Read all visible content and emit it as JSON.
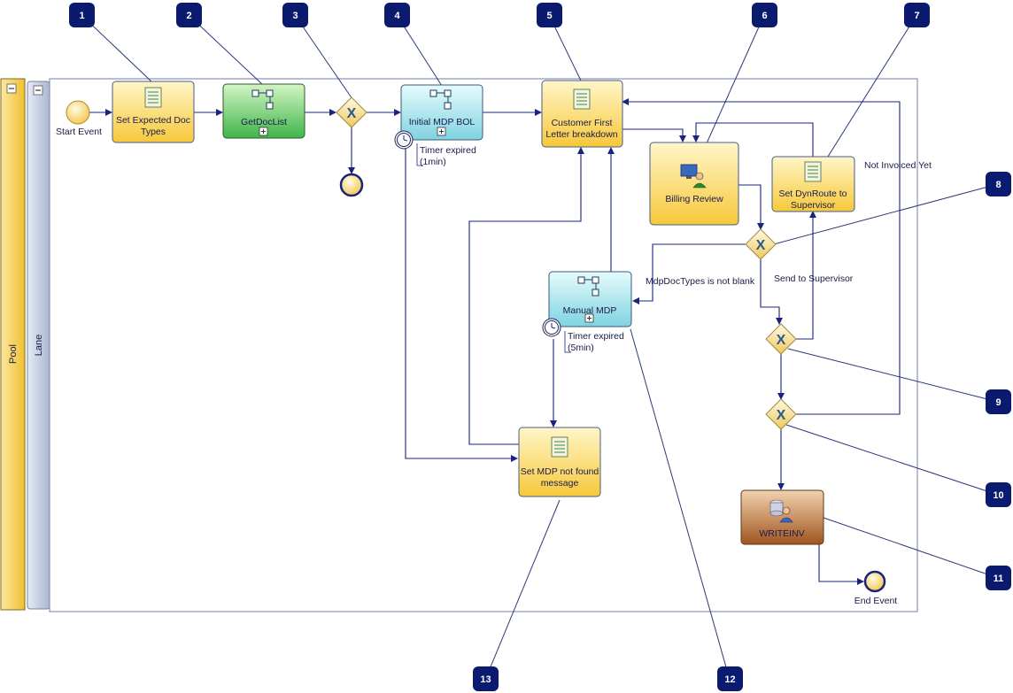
{
  "pool": {
    "label": "Pool"
  },
  "lane": {
    "label": "Lane"
  },
  "nodes": {
    "start_event": "Start Event",
    "set_expected_doc_types": [
      "Set Expected Doc",
      "Types"
    ],
    "get_doc_list": "GetDocList",
    "initial_mdp_bol": "Initial MDP BOL",
    "customer_first_letter": [
      "Customer First",
      "Letter breakdown"
    ],
    "billing_review": "Billing Review",
    "set_dynroute": [
      "Set DynRoute to",
      "Supervisor"
    ],
    "manual_mdp": "Manual MDP",
    "set_mdp_not_found": [
      "Set MDP not found",
      "message"
    ],
    "writeinv": "WRITEINV",
    "end_event": "End Event"
  },
  "edge_labels": {
    "timer1": [
      "Timer expired",
      "(1min)"
    ],
    "timer2": [
      "Timer expired",
      "(5min)"
    ],
    "not_invoiced": "Not Invoiced Yet",
    "mdp_not_blank": "MdpDocTypes is not blank",
    "send_supervisor": "Send to Supervisor"
  },
  "callouts": [
    "1",
    "2",
    "3",
    "4",
    "5",
    "6",
    "7",
    "8",
    "9",
    "10",
    "11",
    "12",
    "13"
  ],
  "colors": {
    "callout": "#0a1a6e",
    "connector": "#1a237e",
    "script_task": "#ffd54f",
    "subprocess_green": "#4caf50",
    "subprocess_cyan": "#80deea",
    "human_task": "#ffd54f",
    "service_task": "#a0522d",
    "gateway": "#ffe082",
    "pool_stripe": "#f5c842",
    "lane_stripe": "#b0bcd8"
  },
  "icons": {
    "script": "scroll-icon",
    "subprocess": "subprocess-icon",
    "human": "user-computer-icon",
    "service": "database-user-icon",
    "gateway": "x-gateway-icon",
    "timer": "timer-icon"
  }
}
